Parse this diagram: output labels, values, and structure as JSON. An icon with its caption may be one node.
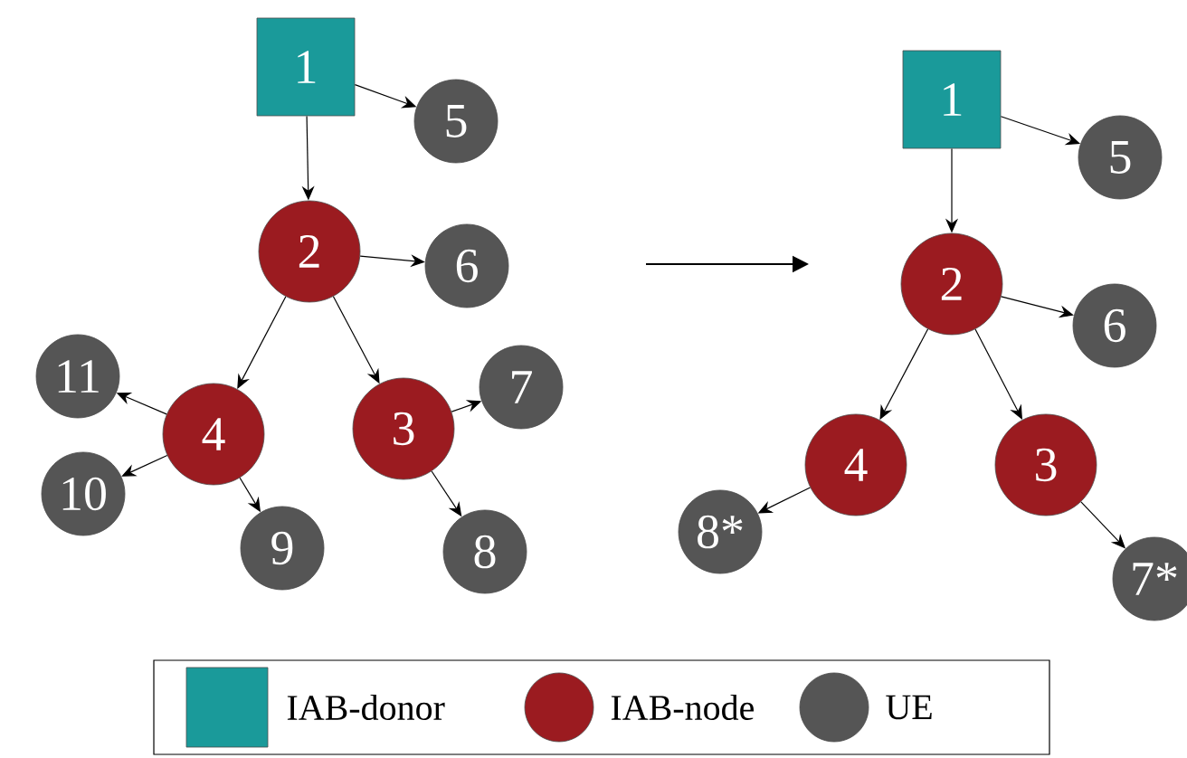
{
  "diagram": {
    "nodes": [
      {
        "text": [
          "1"
        ]
      },
      {
        "text": [
          "5"
        ]
      },
      {
        "text": [
          "2"
        ]
      },
      {
        "text": [
          "6"
        ]
      },
      {
        "text": [
          "11"
        ]
      },
      {
        "text": [
          "4"
        ]
      },
      {
        "text": [
          "3"
        ]
      },
      {
        "text": [
          "7"
        ]
      },
      {
        "text": [
          "10"
        ]
      },
      {
        "text": [
          "9"
        ]
      },
      {
        "text": [
          "8"
        ]
      },
      {
        "text": [
          "1"
        ]
      },
      {
        "text": [
          "5"
        ]
      },
      {
        "text": [
          "2"
        ]
      },
      {
        "text": [
          "6"
        ]
      },
      {
        "text": [
          "4"
        ]
      },
      {
        "text": [
          "3"
        ]
      },
      {
        "text": [
          "8*"
        ]
      },
      {
        "text": [
          "7*"
        ]
      }
    ],
    "edges": [
      {
        "from": 0,
        "to": 2,
        "arrow": "to"
      },
      {
        "from": 0,
        "to": 1,
        "arrow": "to"
      },
      {
        "from": 2,
        "to": 3,
        "arrow": "to"
      },
      {
        "from": 2,
        "to": 5,
        "arrow": "to"
      },
      {
        "from": 2,
        "to": 6,
        "arrow": "to"
      },
      {
        "from": 5,
        "to": 4,
        "arrow": "to"
      },
      {
        "from": 5,
        "to": 8,
        "arrow": "to"
      },
      {
        "from": 5,
        "to": 9,
        "arrow": "to"
      },
      {
        "from": 6,
        "to": 7,
        "arrow": "to"
      },
      {
        "from": 6,
        "to": 10,
        "arrow": "to"
      },
      {
        "from": 11,
        "to": 13,
        "arrow": "to"
      },
      {
        "from": 11,
        "to": 12,
        "arrow": "to"
      },
      {
        "from": 13,
        "to": 14,
        "arrow": "to"
      },
      {
        "from": 13,
        "to": 15,
        "arrow": "to"
      },
      {
        "from": 13,
        "to": 16,
        "arrow": "to"
      },
      {
        "from": 15,
        "to": 17,
        "arrow": "to"
      },
      {
        "from": 16,
        "to": 18,
        "arrow": "to"
      }
    ],
    "legend": [
      {
        "text": "IAB-donor",
        "color": "#1a9a9a"
      },
      {
        "text": "IAB-node",
        "color": "#9b1b20"
      },
      {
        "text": "UE",
        "color": "#555555"
      }
    ]
  }
}
